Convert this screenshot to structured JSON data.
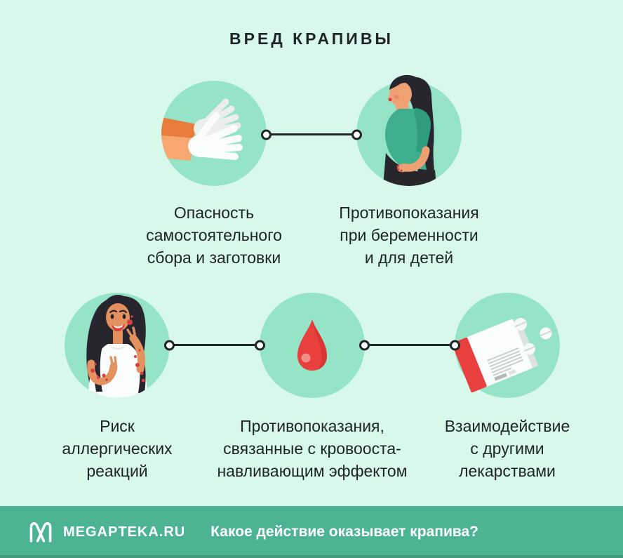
{
  "theme": {
    "bg": "#d7f8ea",
    "circle": "#95e4c7",
    "ink": "#1e2428",
    "footer": "#4cb492",
    "red": "#e8403e",
    "red-light": "#f58c86",
    "hair": "#27262e",
    "skin": "#efa173",
    "skin-dark": "#e2915f",
    "teal": "#3fae8d",
    "teal-dark": "#2f9c80",
    "orange": "#e87c3c",
    "orange-light": "#f7a770"
  },
  "title": "ВРЕД КРАПИВЫ",
  "items": [
    {
      "icon": "gloves-icon",
      "lines": [
        "Опасность",
        "самостоятельного",
        "сбора и заготовки"
      ]
    },
    {
      "icon": "pregnant-woman-icon",
      "lines": [
        "Противопоказания",
        "при беременности",
        "и для детей"
      ]
    },
    {
      "icon": "allergic-reaction-icon",
      "lines": [
        "Риск",
        "аллергических",
        "реакций"
      ]
    },
    {
      "icon": "blood-drop-icon",
      "lines": [
        "Противопоказания,",
        "связанные с кровооста-",
        "навливающим эффектом"
      ]
    },
    {
      "icon": "medicine-pack-icon",
      "lines": [
        "Взаимодействие",
        "с другими",
        "лекарствами"
      ]
    }
  ],
  "footer": {
    "brand": "MEGAPTEKA.RU",
    "question": "Какое действие оказывает крапива?"
  }
}
